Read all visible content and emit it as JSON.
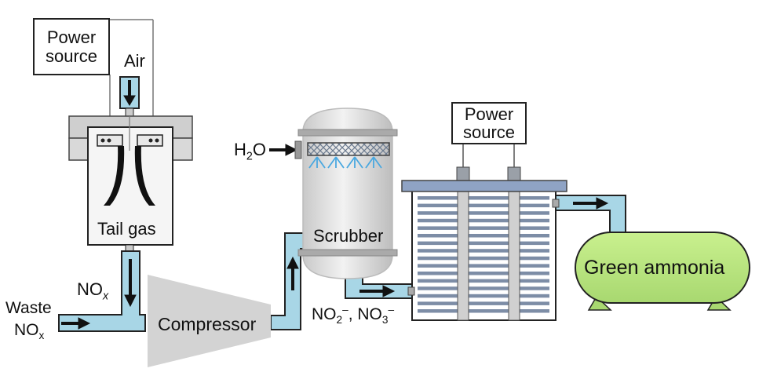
{
  "labels": {
    "power_source_1_line1": "Power",
    "power_source_1_line2": "source",
    "power_source_2_line1": "Power",
    "power_source_2_line2": "source",
    "air": "Air",
    "tail_gas": "Tail gas",
    "nox_main": "NO",
    "nox_main_sub": "x",
    "waste_line1": "Waste",
    "waste_nox": "NO",
    "waste_nox_sub": "x",
    "compressor": "Compressor",
    "h2o_h": "H",
    "h2o_sub": "2",
    "h2o_o": "O",
    "scrubber": "Scrubber",
    "nitrite": "NO",
    "nitrite_sub": "2",
    "nitrite_sup": "–",
    "separator": ", ",
    "nitrate": "NO",
    "nitrate_sub": "3",
    "nitrate_sup": "–",
    "green_ammonia": "Green ammonia"
  },
  "colors": {
    "pipe": "#a8d6e6",
    "tank": "#c9f08e",
    "compressor": "#d3d3d3",
    "electrolyzer_top": "#8fa3c4",
    "electrolyzer_plate": "#7d8da6",
    "spray": "#4aa8e0"
  }
}
